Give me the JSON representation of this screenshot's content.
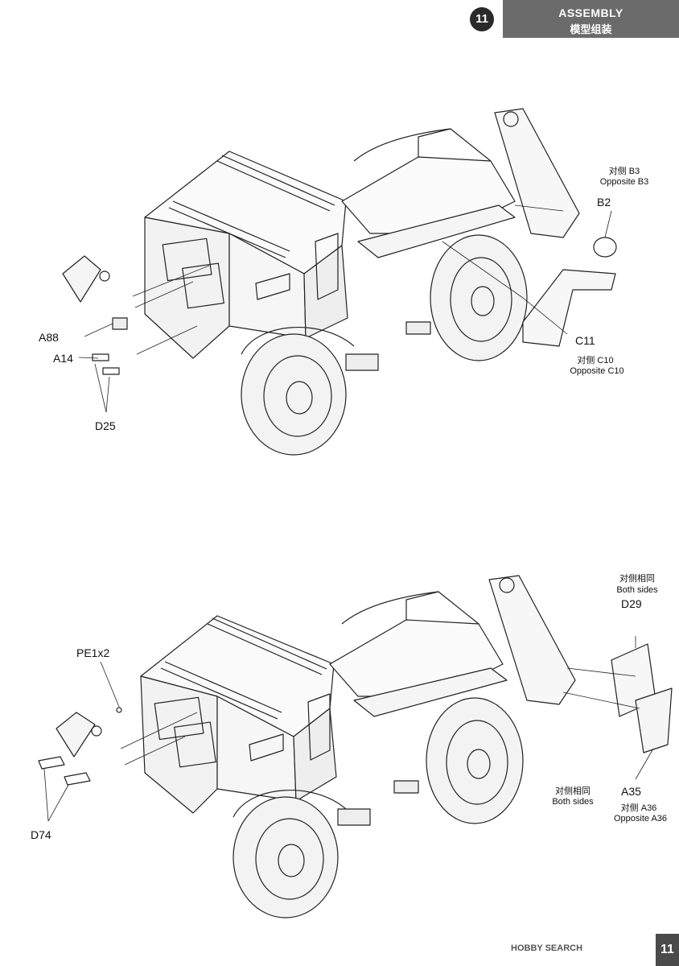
{
  "header": {
    "step_number": "11",
    "title": "ASSEMBLY",
    "subtitle": "模型组装"
  },
  "panel1": {
    "labels": {
      "b3_cn": "对侧 B3",
      "b3_en": "Opposite  B3",
      "b2": "B2",
      "c11": "C11",
      "c10_cn": "对侧  C10",
      "c10_en": "Opposite  C10",
      "a88": "A88",
      "a14": "A14",
      "d25": "D25"
    }
  },
  "panel2": {
    "labels": {
      "d29_cn": "对侧相同",
      "d29_en": "Both sides",
      "d29": "D29",
      "pe1": "PE1x2",
      "a35_cn": "对侧相同",
      "a35_en": "Both sides",
      "a35": "A35",
      "a36_cn": "对侧  A36",
      "a36_en": "Opposite  A36",
      "d74": "D74"
    }
  },
  "footer": {
    "brand": "HOBBY SEARCH",
    "page_number": "11"
  }
}
